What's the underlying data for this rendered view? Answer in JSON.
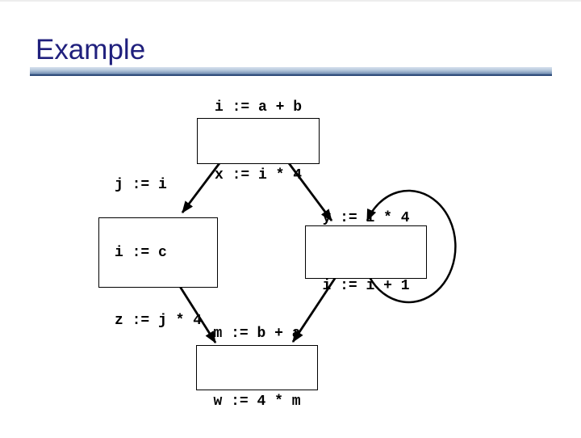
{
  "slide": {
    "title": "Example",
    "colors": {
      "background": "#ffffff",
      "title": "#20207d",
      "rule_top": "#d7e1ee",
      "rule_bottom": "#5d7ba3",
      "rule_edge": "#2f4c7a",
      "box_fill": "#ffffff",
      "box_border": "#000000",
      "arrow": "#000000"
    }
  },
  "diagram": {
    "type": "control-flow-graph",
    "nodes": [
      {
        "id": "top-block",
        "lines": [
          "i := a + b",
          "x := i * 4"
        ]
      },
      {
        "id": "left-block",
        "lines": [
          "j := i",
          "i := c",
          "z := j * 4"
        ]
      },
      {
        "id": "right-block",
        "lines": [
          "y := i * 4",
          "i := i + 1"
        ]
      },
      {
        "id": "bottom-block",
        "lines": [
          "m := b + a",
          "w := 4 * m"
        ]
      }
    ],
    "edges": [
      {
        "from": "top-block",
        "to": "left-block",
        "kind": "straight"
      },
      {
        "from": "top-block",
        "to": "right-block",
        "kind": "straight"
      },
      {
        "from": "left-block",
        "to": "bottom-block",
        "kind": "straight"
      },
      {
        "from": "right-block",
        "to": "bottom-block",
        "kind": "straight"
      },
      {
        "from": "right-block",
        "to": "right-block",
        "kind": "self-loop"
      }
    ]
  }
}
